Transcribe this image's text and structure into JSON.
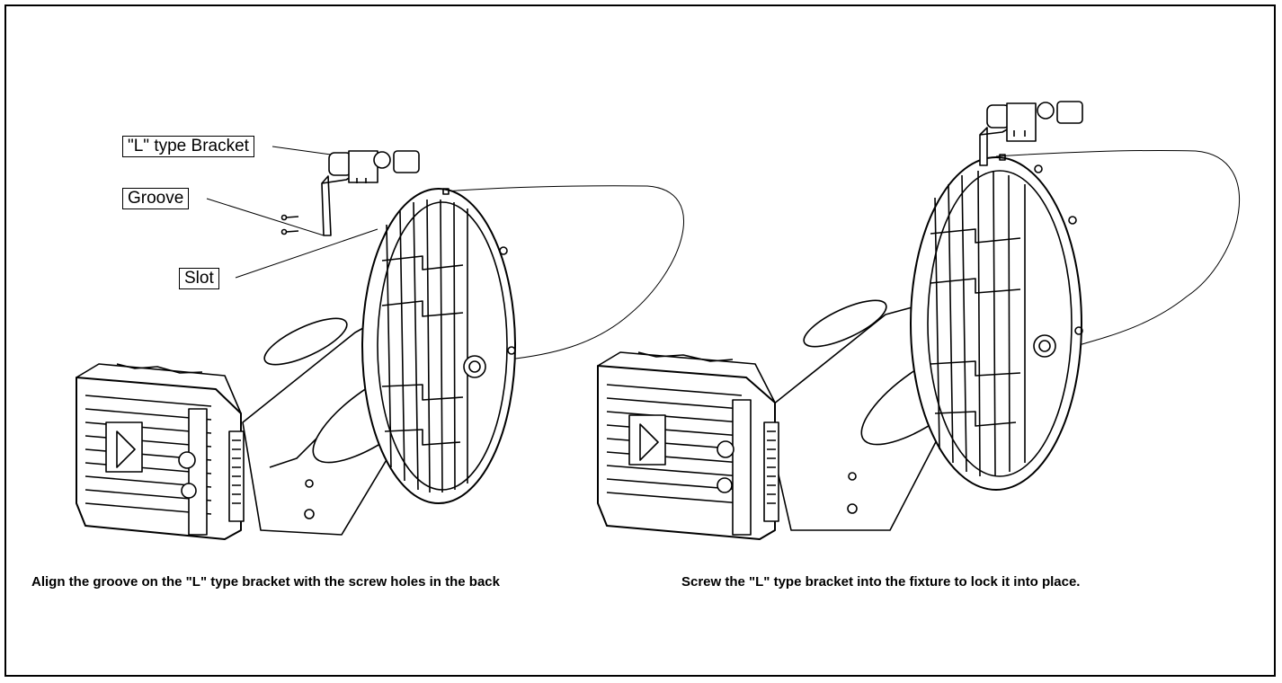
{
  "callouts": {
    "bracket": "\"L\" type Bracket",
    "groove": "Groove",
    "slot": "Slot"
  },
  "captions": {
    "left": "Align the groove on the \"L\" type bracket with the screw holes in the back",
    "right": "Screw the \"L\" type bracket into the fixture to lock it into place."
  }
}
